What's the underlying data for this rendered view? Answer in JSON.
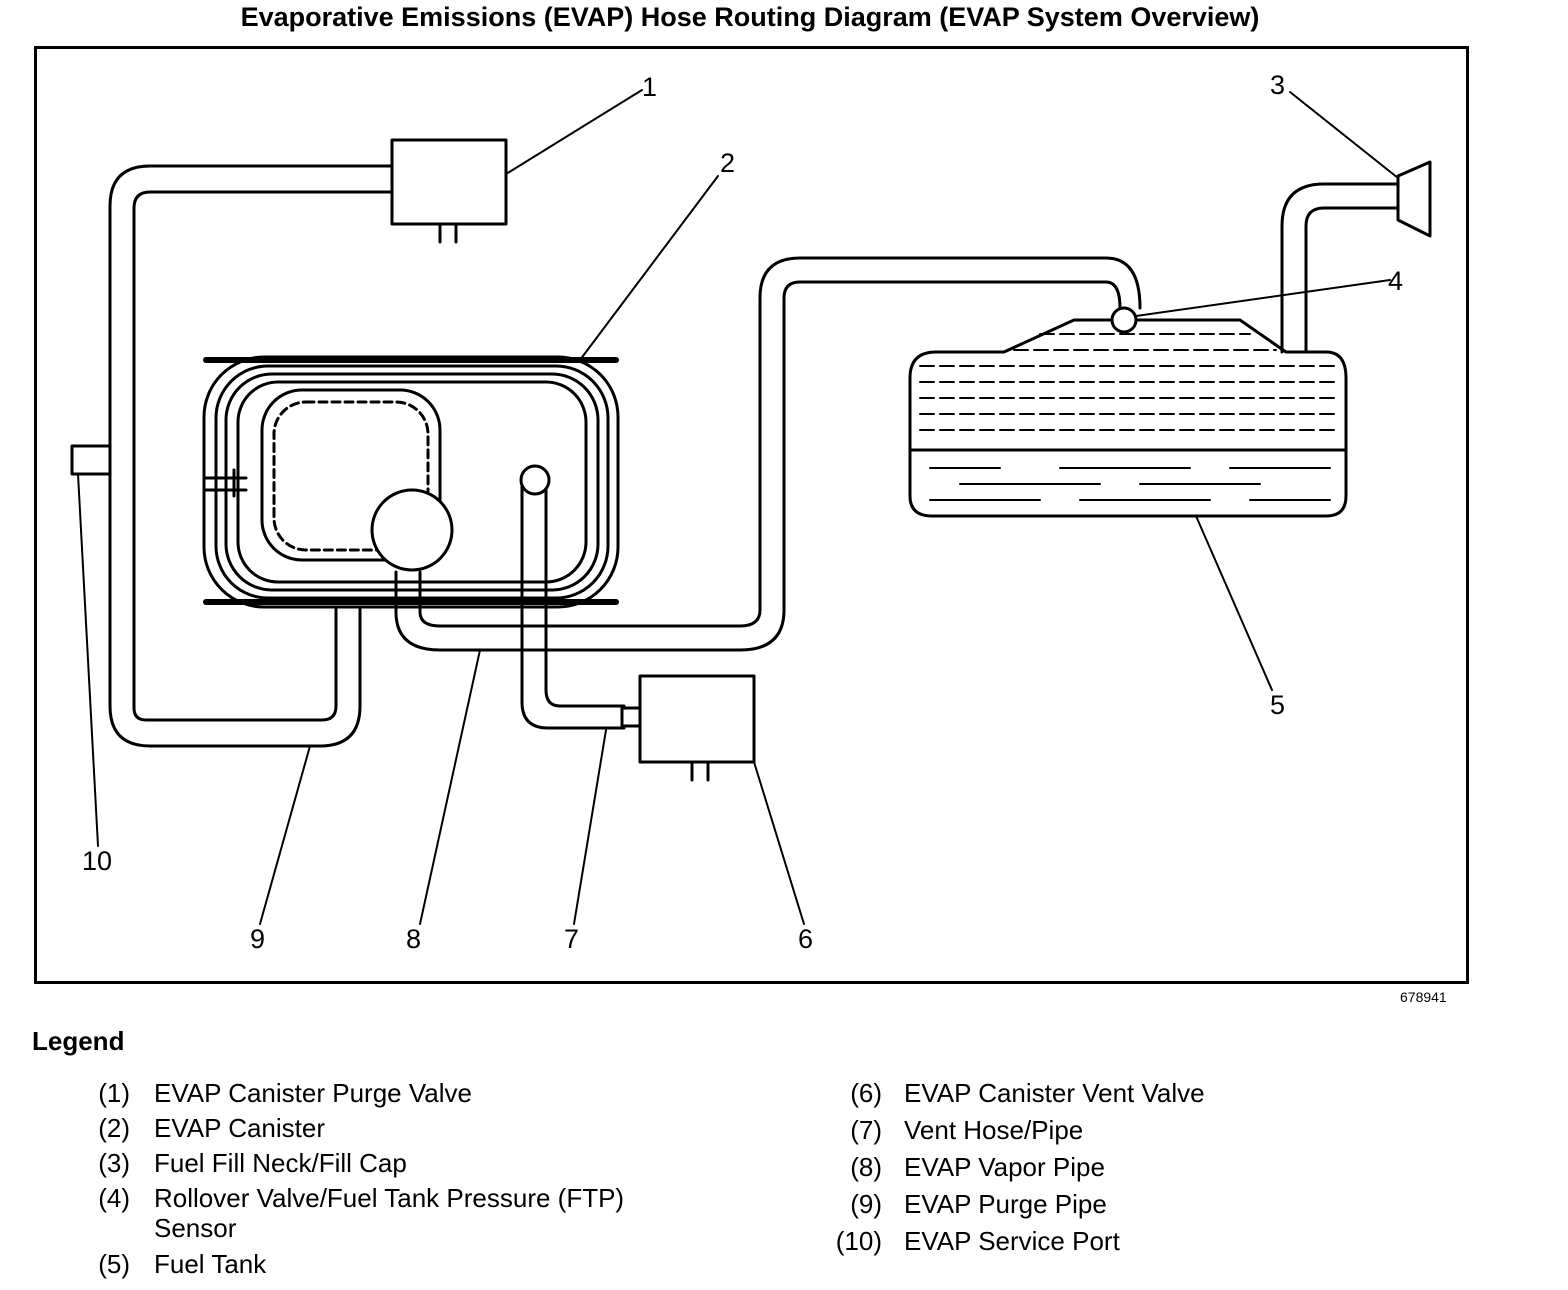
{
  "title": "Evaporative Emissions (EVAP) Hose Routing Diagram (EVAP System Overview)",
  "figure_number": "678941",
  "callouts": [
    "1",
    "2",
    "3",
    "4",
    "5",
    "6",
    "7",
    "8",
    "9",
    "10"
  ],
  "legend": {
    "heading": "Legend",
    "items": [
      {
        "num": "(1)",
        "label": "EVAP Canister Purge Valve"
      },
      {
        "num": "(2)",
        "label": "EVAP Canister"
      },
      {
        "num": "(3)",
        "label": "Fuel Fill Neck/Fill Cap"
      },
      {
        "num": "(4)",
        "label": "Rollover Valve/Fuel Tank Pressure (FTP)",
        "label2": "Sensor"
      },
      {
        "num": "(5)",
        "label": "Fuel Tank"
      },
      {
        "num": "(6)",
        "label": "EVAP Canister Vent Valve"
      },
      {
        "num": "(7)",
        "label": "Vent Hose/Pipe"
      },
      {
        "num": "(8)",
        "label": "EVAP Vapor Pipe"
      },
      {
        "num": "(9)",
        "label": "EVAP Purge Pipe"
      },
      {
        "num": "(10)",
        "label": "EVAP Service Port"
      }
    ]
  }
}
